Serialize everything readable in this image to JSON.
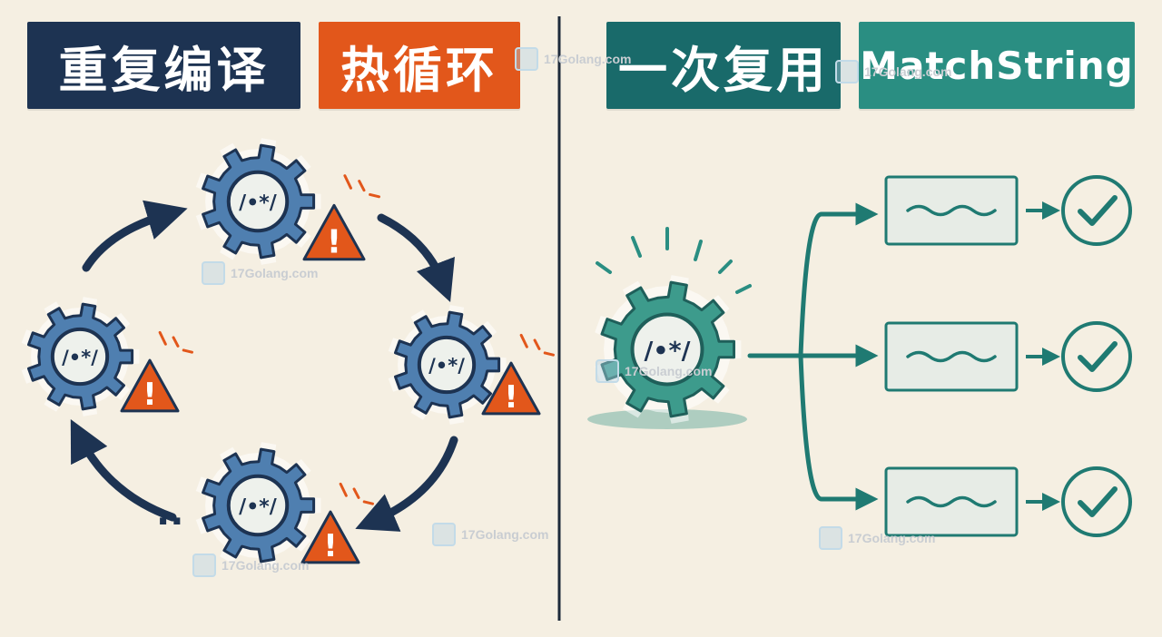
{
  "left_section": {
    "label_recompile": "重复编译",
    "label_hotloop": "热循环",
    "gear_code": "/•*/",
    "ellipsis": "..",
    "warning_mark": "!"
  },
  "right_section": {
    "label_reuse": "一次复用",
    "label_matchstring": "MatchString",
    "gear_code": "/•*/"
  },
  "watermark": {
    "text": "17Golang.com"
  },
  "colors": {
    "navy": "#1d3352",
    "orange": "#e2571b",
    "dark_teal": "#196a6a",
    "teal": "#2a8e82",
    "gear_blue": "#4f7fb0",
    "gear_teal": "#3d9b8c",
    "background": "#f5efe2"
  }
}
